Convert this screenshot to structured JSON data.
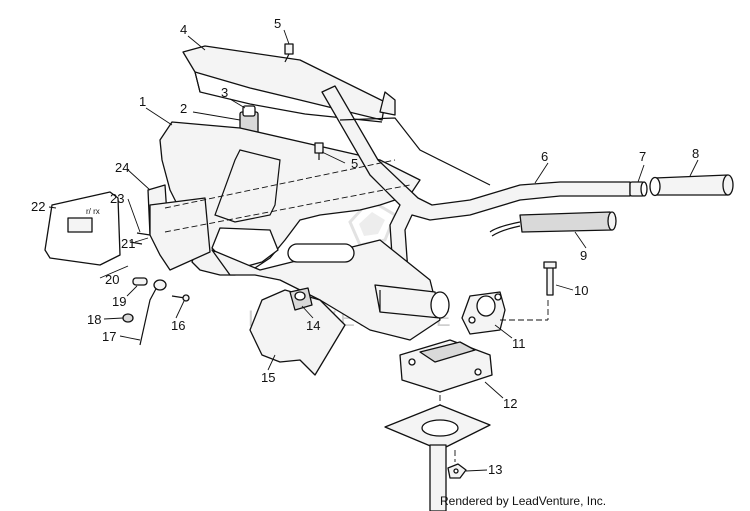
{
  "callouts": {
    "c1": "1",
    "c2": "2",
    "c3": "3",
    "c4": "4",
    "c5a": "5",
    "c5b": "5",
    "c6": "6",
    "c7": "7",
    "c8": "8",
    "c9": "9",
    "c10": "10",
    "c11": "11",
    "c12": "12",
    "c13": "13",
    "c14": "14",
    "c15": "15",
    "c16": "16",
    "c17": "17",
    "c18": "18",
    "c19": "19",
    "c20": "20",
    "c21": "21",
    "c22": "22",
    "c23": "23",
    "c24": "24"
  },
  "watermark": "LEADVENTURE",
  "credit": "Rendered by LeadVenture, Inc."
}
